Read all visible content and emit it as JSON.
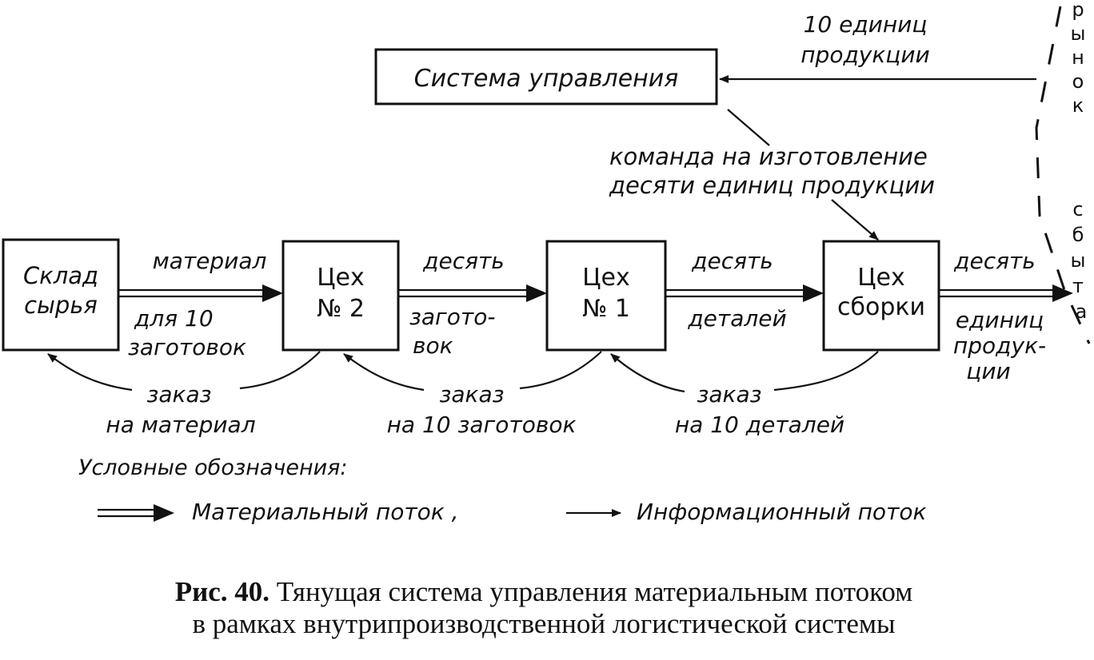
{
  "nodes": {
    "control": "Система управления",
    "warehouse": [
      "Склад",
      "сырья"
    ],
    "shop2": [
      "Цех",
      "№ 2"
    ],
    "shop1": [
      "Цех",
      "№ 1"
    ],
    "assembly": [
      "Цех",
      "сборки"
    ]
  },
  "market": {
    "top_letters": [
      "р",
      "ы",
      "н",
      "о",
      "к"
    ],
    "bottom_letters": [
      "с",
      "б",
      "ы",
      "т",
      "а"
    ]
  },
  "labels": {
    "ten_units": [
      "10 единиц",
      "продукции"
    ],
    "command": [
      "команда на изготовление",
      "десяти единиц продукции"
    ],
    "mat_top": "материал",
    "mat_bottom": [
      "для 10",
      "заготовок"
    ],
    "ten_top_1": "десять",
    "ten_bottom_1": [
      "загото-",
      "вок"
    ],
    "ten_top_2": "десять",
    "ten_bottom_2": "деталей",
    "ten_top_3": "десять",
    "ten_bottom_3": [
      "единиц",
      "продук-",
      "ции"
    ],
    "order1": [
      "заказ",
      "на материал"
    ],
    "order2": [
      "заказ",
      "на 10 заготовок"
    ],
    "order3": [
      "заказ",
      "на 10 деталей"
    ]
  },
  "legend": {
    "title": "Условные обозначения:",
    "material": "Материальный поток ,",
    "info": "Информационный поток"
  },
  "caption": {
    "bold": "Рис. 40.",
    "line1": " Тянущая система управления материальным потоком",
    "line2": "в рамках внутрипроизводственной логистической системы"
  }
}
